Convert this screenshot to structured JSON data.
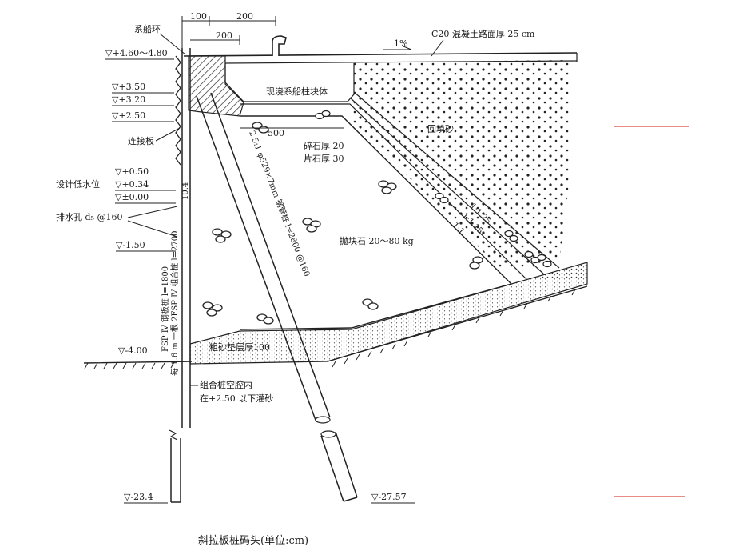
{
  "caption": "斜拉板桩码头(单位:cm)",
  "dimensions": {
    "d100": "100",
    "d200_top": "200",
    "d200_low": "200",
    "d500": "500"
  },
  "labels": {
    "mooring_ring": "系船环",
    "connecting_plate": "连接板",
    "design_low_water": "设计低水位",
    "drain_hole": "排水孔 d₅ @160",
    "pavement": "C20  混凝土路面厚 25 cm",
    "slope": "1%",
    "cast_block": "现浇系船柱块体",
    "backfill": "回填砂",
    "gravel": "碎石厚 20",
    "flagstone": "片石厚 30",
    "riprap": "抛块石 20～80 kg",
    "slope_125": "1:1.25",
    "slope_115": "1:1.15",
    "slope_1": "1:1",
    "sand_cushion": "粗砂垫层厚100",
    "hollow_1": "组合桩空腔内",
    "hollow_2": "在+2.50 以下灌砂",
    "steel_pile": "2.5:1 φ529×7mm 钢管桩 l=2800 @160",
    "sheet_pile": "FSP Ⅳ 钢板桩 l=1800",
    "combo_pile": "每 1.6 m 一根 2FSP Ⅳ 组合桩 l=2700"
  },
  "elevations": {
    "e_top": "▽+4.60～4.80",
    "e_350": "▽+3.50",
    "e_320": "▽+3.20",
    "e_250": "▽+2.50",
    "e_050": "▽+0.50",
    "e_034": "▽+0.34",
    "e_000": "▽±0.00",
    "e_m150": "▽-1.50",
    "e_m400": "▽-4.00",
    "e_m234": "▽-23.4",
    "e_m2757": "▽-27.57"
  },
  "markers": {
    "l0": "10.4"
  },
  "colors": {
    "ink": "#1a1a1a",
    "accent_red": "#d9473f"
  }
}
